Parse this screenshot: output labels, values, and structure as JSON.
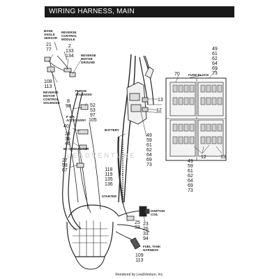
{
  "title": "WIRING HARNESS, MAIN",
  "callouts": {
    "bank_angle": {
      "caption": "BANK\nANGLE\nSENSOR",
      "numbers": [
        "21",
        "77"
      ]
    },
    "reverse_module": {
      "caption": "REVERSE\nCONTROL\nMODULE",
      "numbers": [
        "2",
        "133",
        "134"
      ]
    },
    "reverse_ground": {
      "caption": "REVERSE\nMOTOR\nGROUND"
    },
    "reverse_solenoid": {
      "caption": "REVERSE\nMOTOR\nCONTROL\nSOLENOID",
      "numbers": [
        "108",
        "113"
      ]
    },
    "purge": {
      "caption": "PURGE\nSOLENOID",
      "numbers": [
        "8",
        "98"
      ]
    },
    "purge_right": {
      "numbers": [
        "52",
        "53",
        "97",
        "105"
      ]
    },
    "p_a": {
      "caption": "P & A\nACCESSORY",
      "numbers": [
        "40"
      ]
    },
    "b_connector": {
      "caption": "B+ CONNECTOR",
      "numbers": [
        "28",
        "35",
        "46"
      ]
    },
    "lower_left": {
      "numbers": [
        "27",
        "58",
        "67"
      ]
    },
    "battery": {
      "caption": "BATTERY"
    },
    "battery_nums": {
      "numbers": [
        "118",
        "119",
        "135",
        "136"
      ]
    },
    "starter": {
      "caption": "STARTER"
    },
    "mid_nums": {
      "numbers": [
        "49",
        "59",
        "61",
        "62",
        "64",
        "69",
        "73"
      ]
    },
    "label_13_top": "13",
    "label_12": "12",
    "fuse_block": {
      "caption": "FUSE BLOCK",
      "number": "70"
    },
    "fuse_top_nums": {
      "numbers": [
        "49",
        "61",
        "62",
        "64",
        "69",
        "73"
      ]
    },
    "fuse_bottom_12": "12",
    "fuse_bottom_13": "13",
    "bottom_nums": {
      "numbers": [
        "49",
        "59",
        "61",
        "62",
        "64",
        "69",
        "73"
      ]
    },
    "ignition": {
      "caption": "IGNITION\nCOIL"
    },
    "coil_left": {
      "numbers": [
        "25",
        "93"
      ]
    },
    "coil_right": {
      "numbers": [
        "23",
        "26",
        "33",
        "94"
      ]
    },
    "fuel_tank": {
      "caption": "FUEL TANK\nHARNESS",
      "numbers": [
        "109",
        "113"
      ]
    }
  },
  "watermark": "LEADVENTURE",
  "footer": "Rendered by LeadVenture, Inc."
}
